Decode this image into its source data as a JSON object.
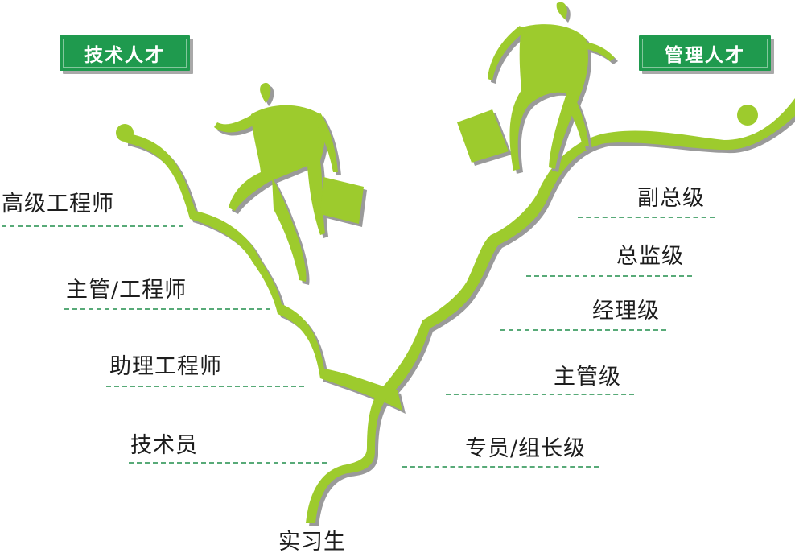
{
  "header": {
    "left_badge": "技术人才",
    "right_badge": "管理人才"
  },
  "technical_track": {
    "levels": [
      "高级工程师",
      "主管/工程师",
      "助理工程师",
      "技术员"
    ]
  },
  "management_track": {
    "levels": [
      "副总级",
      "总监级",
      "经理级",
      "主管级",
      "专员/组长级"
    ]
  },
  "base": {
    "label": "实习生"
  },
  "colors": {
    "badge_green": "#1f9a4e",
    "path_green": "#9dcb2d",
    "shadow": "#9a9a9a",
    "dash_green": "#58aa78",
    "text": "#1d1d1d"
  }
}
